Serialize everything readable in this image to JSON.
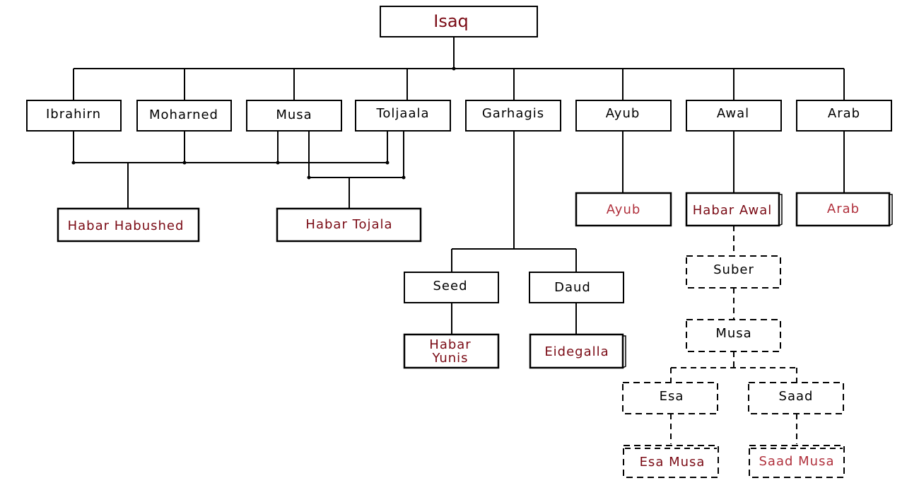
{
  "diagram": {
    "title": "Isaq",
    "colors": {
      "clan_text": "#7a0a14",
      "ancestor_text": "#000000",
      "line": "#000000"
    },
    "root": {
      "id": "isaq",
      "label": "Isaq"
    },
    "sons": [
      {
        "id": "ibrahim",
        "label": "Ibrahirn"
      },
      {
        "id": "mohamed",
        "label": "Moharned"
      },
      {
        "id": "musa",
        "label": "Musa"
      },
      {
        "id": "toljaala",
        "label": "Toljaala"
      },
      {
        "id": "garhagis",
        "label": "Garhagis"
      },
      {
        "id": "ayub",
        "label": "Ayub"
      },
      {
        "id": "awal",
        "label": "Awal"
      },
      {
        "id": "arab",
        "label": "Arab"
      }
    ],
    "clans": [
      {
        "id": "habar-habushed",
        "label": "Habar Habushed",
        "parents": [
          "Ibrahirn",
          "Moharned",
          "Musa",
          "Toljaala"
        ]
      },
      {
        "id": "habar-tojala",
        "label": "Habar Tojala",
        "parents": [
          "Musa",
          "Toljaala"
        ]
      },
      {
        "id": "ayub-clan",
        "label": "Ayub",
        "parents": [
          "Ayub"
        ]
      },
      {
        "id": "habar-awal",
        "label": "Habar Awal",
        "parents": [
          "Awal"
        ]
      },
      {
        "id": "arab-clan",
        "label": "Arab",
        "parents": [
          "Arab"
        ]
      },
      {
        "id": "habar-yunis",
        "label_line1": "Habar",
        "label_line2": "Yunis",
        "parents": [
          "Seed"
        ]
      },
      {
        "id": "eidegalla",
        "label": "Eidegalla",
        "parents": [
          "Daud"
        ]
      },
      {
        "id": "esa-musa",
        "label": "Esa Musa",
        "parents": [
          "Esa"
        ],
        "dashed": true
      },
      {
        "id": "saad-musa",
        "label": "Saad Musa",
        "parents": [
          "Saad"
        ],
        "dashed": true
      }
    ],
    "garhagis_sons": [
      {
        "id": "seed",
        "label": "Seed"
      },
      {
        "id": "daud",
        "label": "Daud"
      }
    ],
    "awal_line": [
      {
        "id": "suber",
        "label": "Suber",
        "dashed": true
      },
      {
        "id": "musa-awal",
        "label": "Musa",
        "dashed": true
      },
      {
        "id": "esa",
        "label": "Esa",
        "dashed": true
      },
      {
        "id": "saad",
        "label": "Saad",
        "dashed": true
      }
    ]
  }
}
